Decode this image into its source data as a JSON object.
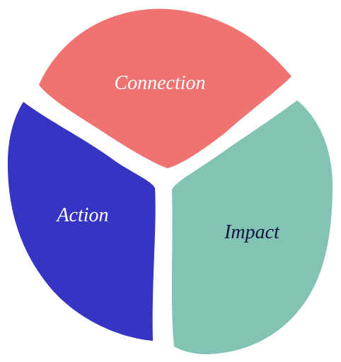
{
  "segments": [
    {
      "id": "connection",
      "label": "Connection",
      "color": "#ee7371",
      "text_color": "#ffffff"
    },
    {
      "id": "action",
      "label": "Action",
      "color": "#3634c3",
      "text_color": "#ffffff"
    },
    {
      "id": "impact",
      "label": "Impact",
      "color": "#83c3b3",
      "text_color": "#101742"
    }
  ]
}
